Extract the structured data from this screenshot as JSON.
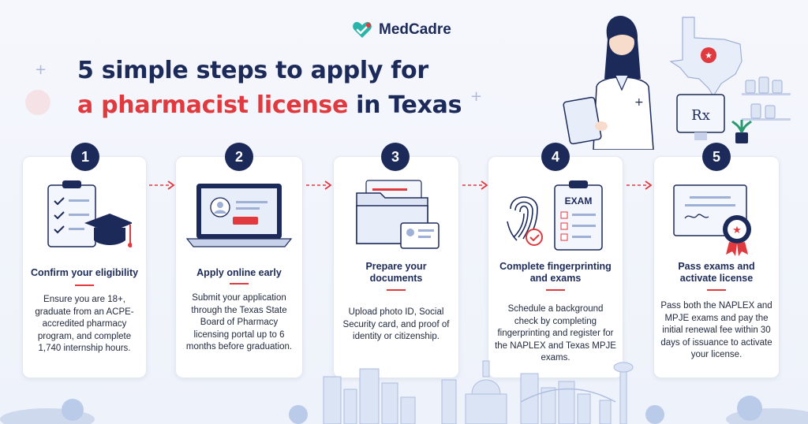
{
  "brand": {
    "name": "MedCadre"
  },
  "headline": {
    "line1": "5 simple steps to apply for",
    "line2_highlight": "a pharmacist license",
    "line2_rest": " in Texas"
  },
  "hero": {
    "rx_symbol": "Rx",
    "exam_label": "EXAM"
  },
  "colors": {
    "navy": "#1c2a5a",
    "red": "#e0393e",
    "light_blue": "#dbe4f5"
  },
  "steps": [
    {
      "number": "1",
      "title": "Confirm your eligibility",
      "description": "Ensure you are 18+, graduate from an ACPE-accredited pharmacy program, and complete 1,740 internship hours.",
      "icon": "checklist-graduation-cap-icon"
    },
    {
      "number": "2",
      "title": "Apply online early",
      "description": "Submit your application through the Texas State Board of Pharmacy licensing portal up to 6 months before graduation.",
      "icon": "laptop-profile-icon"
    },
    {
      "number": "3",
      "title": "Prepare your documents",
      "description": "Upload photo ID, Social Security card, and proof of identity or citizenship.",
      "icon": "folder-id-card-icon"
    },
    {
      "number": "4",
      "title": "Complete fingerprinting and exams",
      "description": "Schedule a background check by completing fingerprinting and register for the NAPLEX and Texas MPJE exams.",
      "icon": "fingerprint-exam-icon"
    },
    {
      "number": "5",
      "title": "Pass exams and activate license",
      "description": "Pass both the NAPLEX and MPJE exams and pay the initial renewal fee within 30 days of issuance to activate your license.",
      "icon": "certificate-seal-icon"
    }
  ]
}
